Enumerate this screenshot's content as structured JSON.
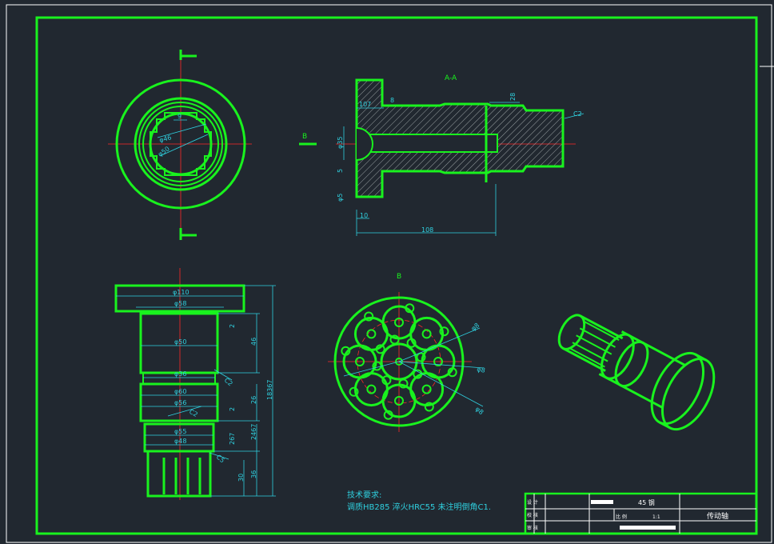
{
  "drawing": {
    "section_label": "A-A",
    "view_b_label": "B",
    "view_b_arrow_label": "B",
    "tech_title": "技术要求:",
    "tech_body": "调质HB285 淬火HRC55 未注明倒角C1.",
    "title_block": {
      "material": "45 钢",
      "part_name": "传动轴",
      "scale_label": "比 例",
      "scale_value": "1:1",
      "row1": "设 计",
      "row2": "校 核",
      "row3": "审 核"
    },
    "dims": {
      "top_phi46": "φ46",
      "top_phi50": "φ50",
      "top_9": "9",
      "sec_107": "107",
      "sec_8": "8",
      "sec_28": "28",
      "sec_c2": "C2",
      "sec_phi35": "φ35",
      "sec_5": "5",
      "sec_phi5": "φ5",
      "sec_10": "10",
      "sec_108": "108",
      "side_phi110": "φ110",
      "side_phi58": "φ58",
      "side_phi50": "φ50",
      "side_phi36": "φ36",
      "side_phi60": "φ60",
      "side_phi56": "φ56",
      "side_phi55": "φ55",
      "side_phi48": "φ48",
      "side_2a": "2",
      "side_46": "46",
      "side_26": "26",
      "side_2b": "2",
      "side_267": "267",
      "side_2467": "2467",
      "side_30": "30",
      "side_36": "36",
      "side_18367": "18367",
      "side_c2": "C2",
      "side_c2b": "C2",
      "side_chamfer": "C5",
      "b_dim1": "φ8",
      "b_dim2": "φ8",
      "b_dim3": "φ8"
    }
  },
  "colors": {
    "background": "#212830",
    "outline": "#19f21e",
    "dimension": "#2fd0df",
    "centerline": "#ff2828",
    "border": "#ffffff"
  }
}
